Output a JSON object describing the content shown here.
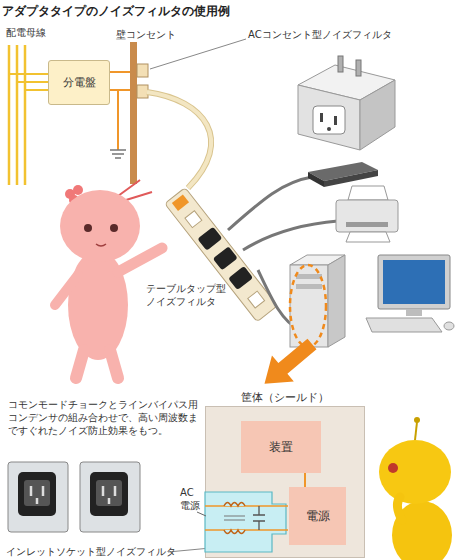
{
  "diagram": {
    "title": "アダプタタイプのノイズフィルタの使用例",
    "nodes": [
      {
        "text": [
          "分電盤"
        ]
      },
      {
        "text": [
          "筐体（シールド）"
        ]
      },
      {
        "text": [
          "装置"
        ],
        "in": 1
      },
      {
        "text": [
          "電源"
        ],
        "in": 1
      }
    ],
    "edges": [
      {
        "from": 3,
        "to": 2,
        "arrow": "none"
      }
    ],
    "labels": [
      "配電母線",
      "壁コンセント",
      "ACコンセント型ノイズフィルタ",
      "テーブルタップ型 ノイズフィルタ",
      "コモンモードチョークとラインバイパス用コンデンサの組み合わせで、高い周波数まですぐれたノイズ防止効果をもつ。",
      "AC 電源",
      "インレットソケット型ノイズフィルタ"
    ]
  }
}
